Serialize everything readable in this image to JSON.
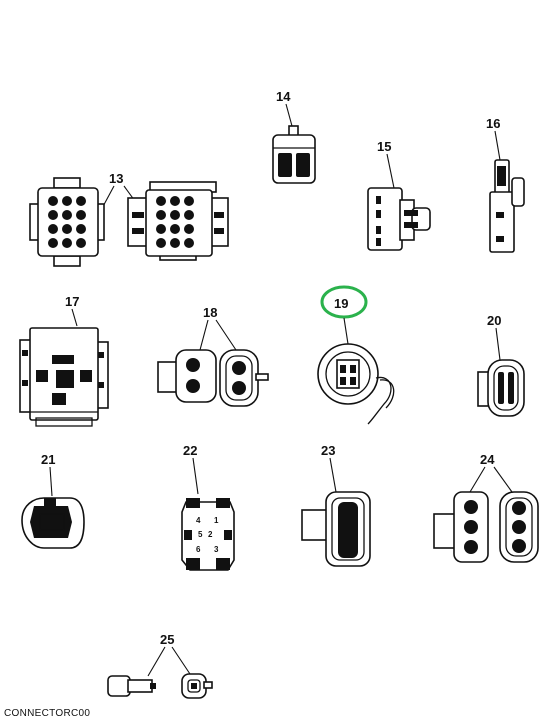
{
  "diagram": {
    "footer_code": "CONNECTORC00",
    "highlight_color": "#2bb24c",
    "ink_color": "#111111",
    "callouts": {
      "c13": "13",
      "c14": "14",
      "c15": "15",
      "c16": "16",
      "c17": "17",
      "c18": "18",
      "c19": "19",
      "c20": "20",
      "c21": "21",
      "c22": "22",
      "c23": "23",
      "c24": "24",
      "c25": "25"
    },
    "connector22_pins": {
      "p1": "1",
      "p2": "2",
      "p3": "3",
      "p4": "4",
      "p5": "5",
      "p6": "6"
    }
  }
}
